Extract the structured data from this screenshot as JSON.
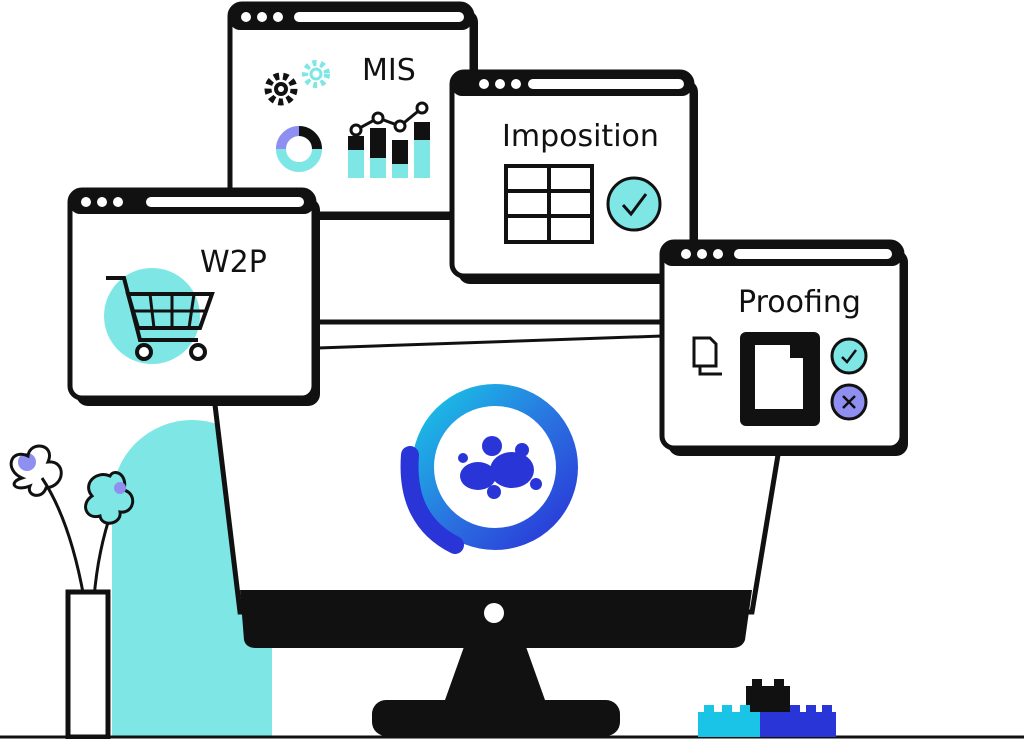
{
  "windows": {
    "mis": {
      "title": "MIS"
    },
    "imposition": {
      "title": "Imposition"
    },
    "w2p": {
      "title": "W2P"
    },
    "proofing": {
      "title": "Proofing"
    }
  },
  "colors": {
    "ink": "#111111",
    "cyan": "#7fe6e6",
    "lavender": "#8e8ff0",
    "brand_blue": "#2a35d8",
    "brand_cyan": "#19c4e6",
    "white": "#ffffff"
  },
  "icons": {
    "mis": [
      "gear-icon",
      "donut-chart-icon",
      "bar-chart-icon"
    ],
    "imposition": [
      "grid-icon",
      "check-icon"
    ],
    "w2p": [
      "shopping-cart-icon"
    ],
    "proofing": [
      "copy-documents-icon",
      "document-icon",
      "approve-icon",
      "reject-icon"
    ]
  }
}
